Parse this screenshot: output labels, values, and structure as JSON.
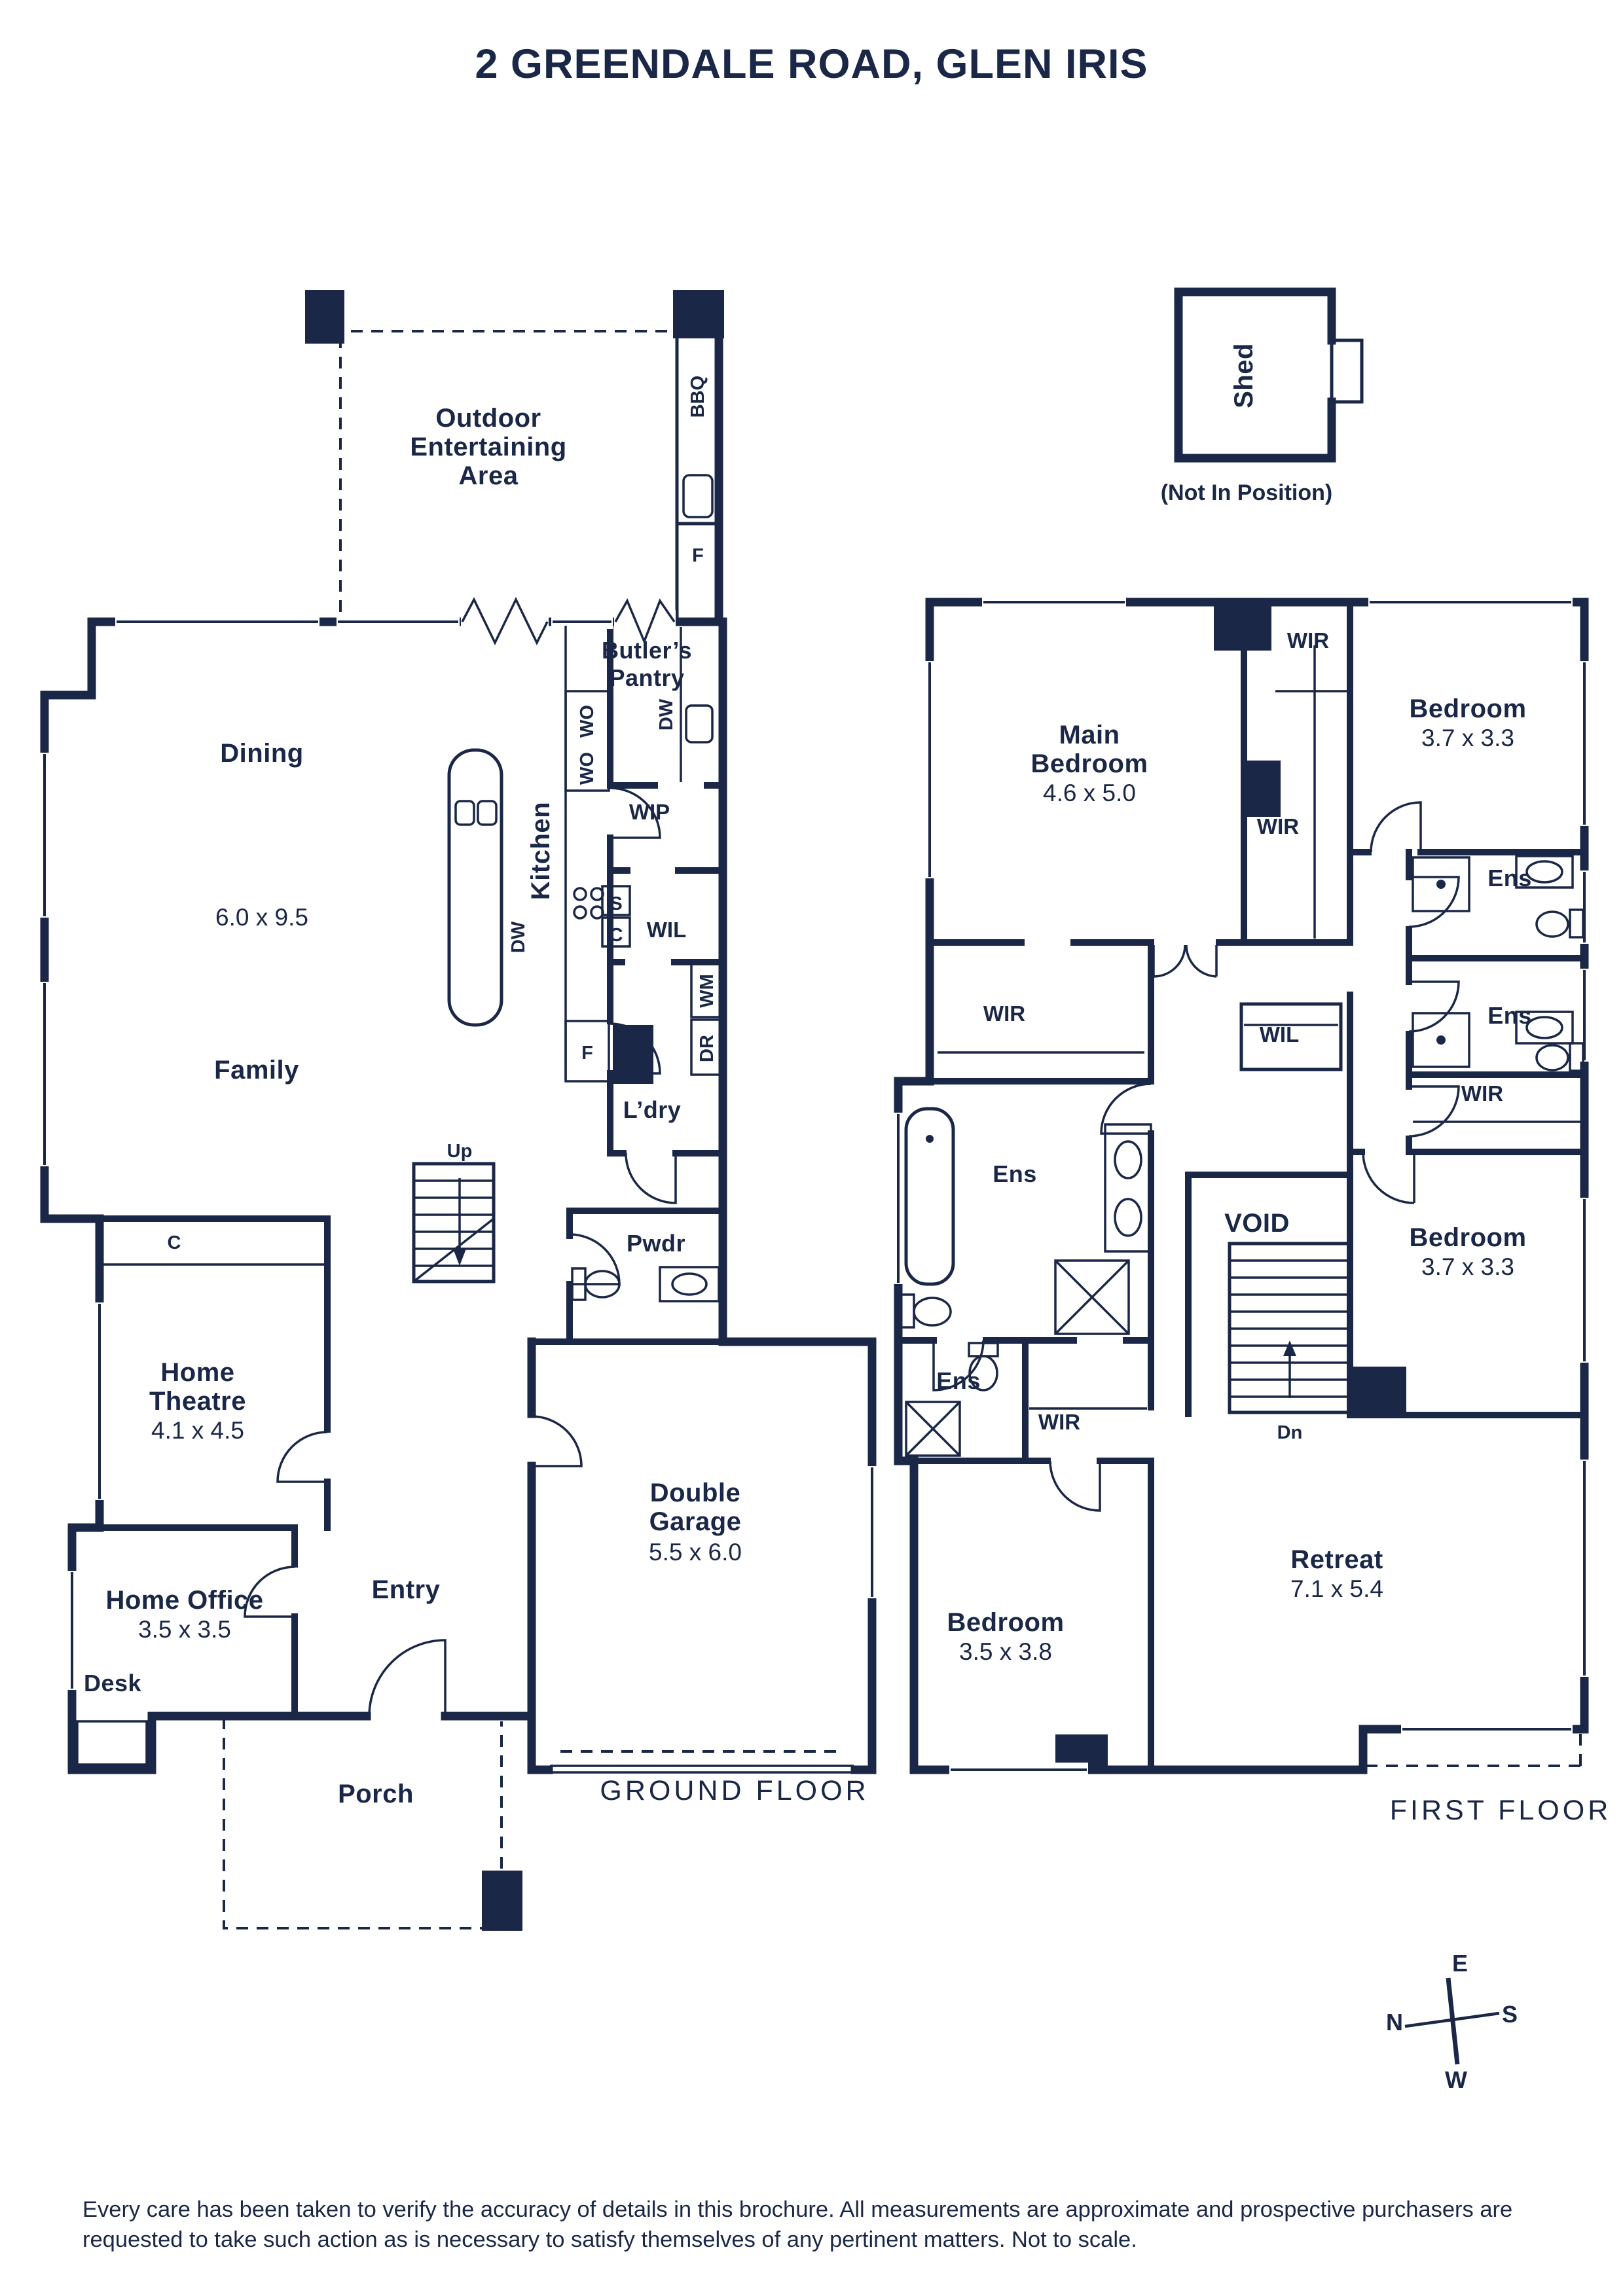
{
  "title": "2 GREENDALE ROAD, GLEN IRIS",
  "colors": {
    "ink": "#1a2746",
    "paper": "#ffffff"
  },
  "ground_floor": {
    "floor_label": "GROUND FLOOR",
    "outdoor": {
      "line1": "Outdoor",
      "line2": "Entertaining",
      "line3": "Area"
    },
    "dining": "Dining",
    "dining_family_dims": "6.0 x 9.5",
    "family": "Family",
    "kitchen": "Kitchen",
    "butlers_pantry": {
      "line1": "Butler’s",
      "line2": "Pantry"
    },
    "wip": "WIP",
    "laundry": "L’dry",
    "powder": "Pwdr",
    "home_theatre": {
      "line1": "Home",
      "line2": "Theatre",
      "dims": "4.1 x 4.5"
    },
    "home_office": {
      "name": "Home Office",
      "dims": "3.5 x 3.5"
    },
    "desk": "Desk",
    "entry": "Entry",
    "porch": "Porch",
    "garage": {
      "line1": "Double",
      "line2": "Garage",
      "dims": "5.5 x 6.0"
    }
  },
  "first_floor": {
    "floor_label": "FIRST FLOOR",
    "main_bedroom": {
      "line1": "Main",
      "line2": "Bedroom",
      "dims": "4.6 x 5.0"
    },
    "bedroom_top_right": {
      "name": "Bedroom",
      "dims": "3.7 x 3.3"
    },
    "bedroom_mid_right": {
      "name": "Bedroom",
      "dims": "3.7 x 3.3"
    },
    "bedroom_lower_left": {
      "name": "Bedroom",
      "dims": "3.5 x 3.8"
    },
    "retreat": {
      "name": "Retreat",
      "dims": "7.1 x 5.4"
    },
    "void": "VOID"
  },
  "shed": {
    "name": "Shed",
    "note": "(Not In Position)"
  },
  "labels": {
    "wir": "WIR",
    "wil": "WIL",
    "ens": "Ens",
    "bbq": "BBQ",
    "f": "F",
    "wo": "WO",
    "dw": "DW",
    "s": "S",
    "c": "C",
    "wm": "WM",
    "dr": "DR",
    "up": "Up",
    "dn": "Dn"
  },
  "compass": {
    "n": "N",
    "e": "E",
    "s": "S",
    "w": "W"
  },
  "disclaimer": "Every care has been taken to verify the accuracy of details in this brochure. All measurements are approximate and prospective purchasers are requested to take such action as is necessary to satisfy themselves of any pertinent matters. Not to scale."
}
